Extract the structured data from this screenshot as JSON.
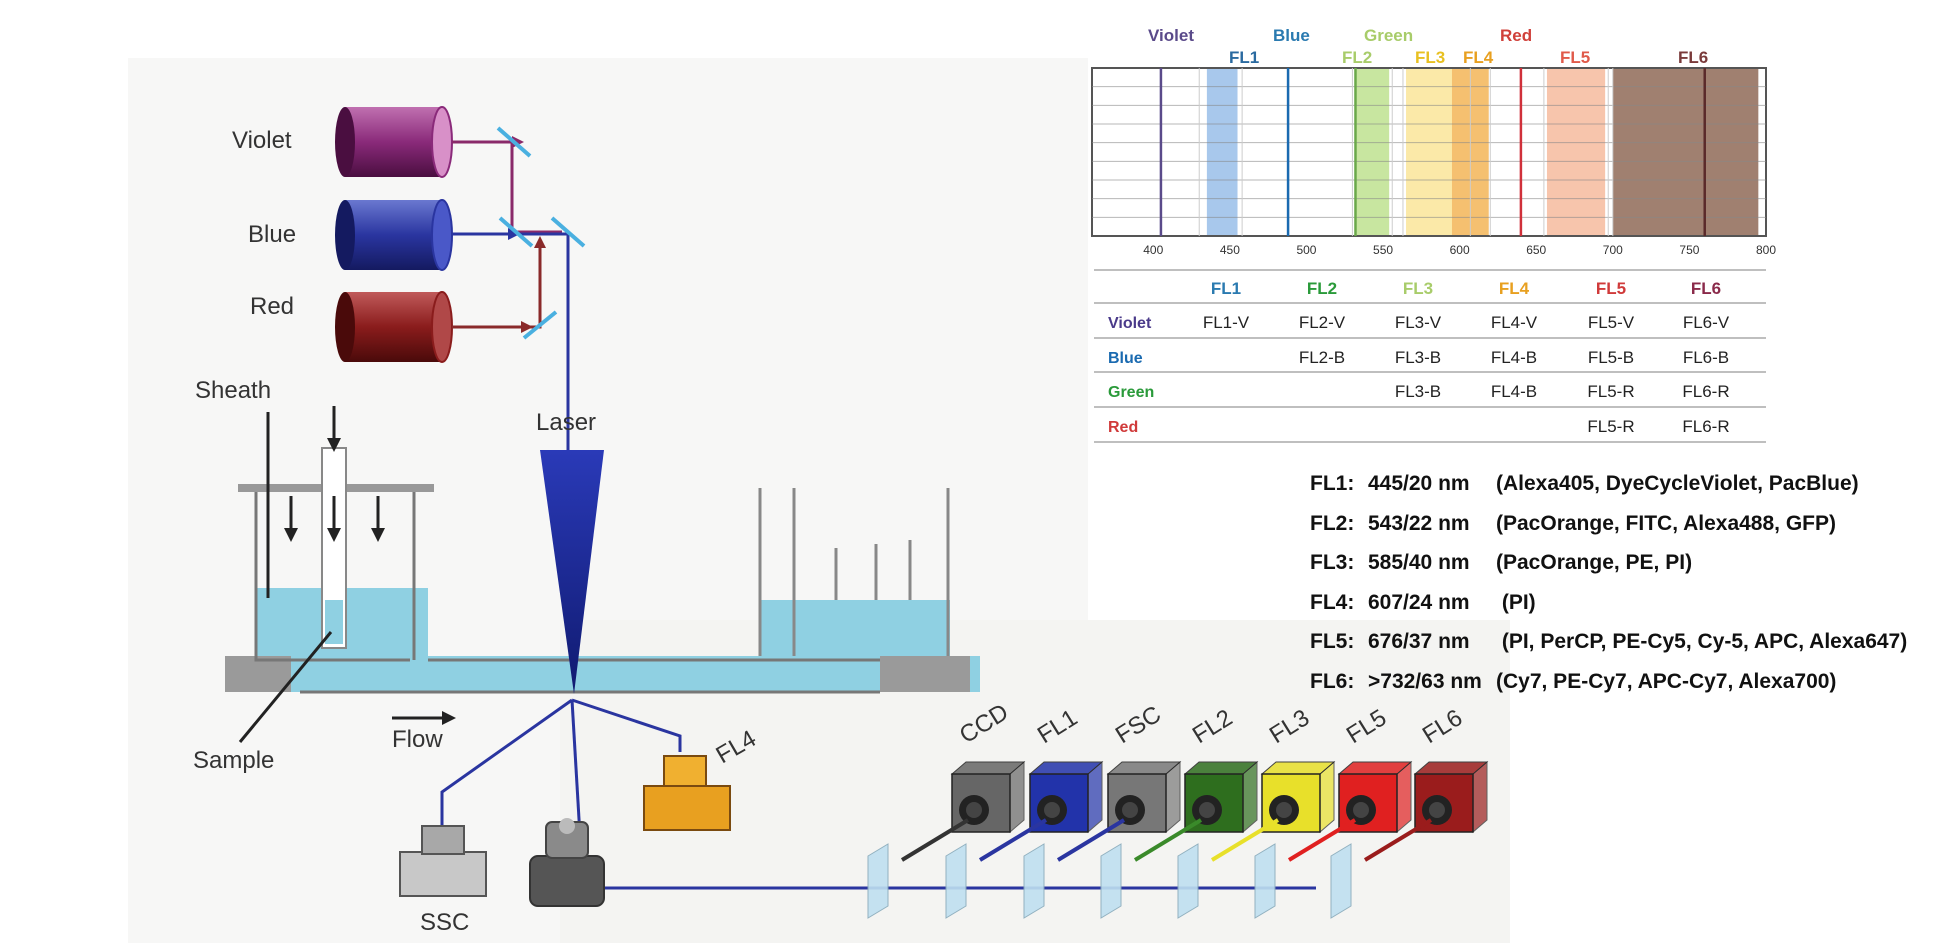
{
  "lasers": [
    {
      "label": "Violet",
      "color": "#8a2a7a"
    },
    {
      "label": "Blue",
      "color": "#2a35a0"
    },
    {
      "label": "Red",
      "color": "#8a1c1c"
    }
  ],
  "fluidics": {
    "sheath_label": "Sheath",
    "sample_label": "Sample",
    "flow_label": "Flow",
    "laser_label": "Laser"
  },
  "detectors": {
    "ssc_label": "SSC",
    "fl4_label": "FL4",
    "array": [
      {
        "label": "CCD",
        "color": "#666666"
      },
      {
        "label": "FL1",
        "color": "#2233aa"
      },
      {
        "label": "FSC",
        "color": "#777777"
      },
      {
        "label": "FL2",
        "color": "#2e6e1e"
      },
      {
        "label": "FL3",
        "color": "#e8e02a"
      },
      {
        "label": "FL5",
        "color": "#e02020"
      },
      {
        "label": "FL6",
        "color": "#9a1c1c"
      }
    ]
  },
  "spectrum": {
    "laser_labels": [
      {
        "label": "Violet",
        "color": "#5a4a8a"
      },
      {
        "label": "Blue",
        "color": "#2a7ab0"
      },
      {
        "label": "Green",
        "color": "#a8cc6a"
      },
      {
        "label": "Red",
        "color": "#d0403a"
      }
    ],
    "filter_labels": [
      {
        "label": "FL1",
        "color": "#2a6aa0"
      },
      {
        "label": "FL2",
        "color": "#a8cc6a"
      },
      {
        "label": "FL3",
        "color": "#e8c020"
      },
      {
        "label": "FL4",
        "color": "#e8a020"
      },
      {
        "label": "FL5",
        "color": "#e05a4a"
      },
      {
        "label": "FL6",
        "color": "#7a3a3a"
      }
    ],
    "x_ticks": [
      "400",
      "450",
      "500",
      "550",
      "600",
      "650",
      "700",
      "750",
      "800"
    ]
  },
  "matrix": {
    "columns": [
      {
        "label": "FL1",
        "color": "#2a7ab0"
      },
      {
        "label": "FL2",
        "color": "#2a9a3a"
      },
      {
        "label": "FL3",
        "color": "#a8cc6a"
      },
      {
        "label": "FL4",
        "color": "#e8a020"
      },
      {
        "label": "FL5",
        "color": "#d03a3a"
      },
      {
        "label": "FL6",
        "color": "#8a2a4a"
      }
    ],
    "rows": [
      {
        "label": "Violet",
        "color": "#4a3a8a",
        "cells": [
          "FL1-V",
          "FL2-V",
          "FL3-V",
          "FL4-V",
          "FL5-V",
          "FL6-V"
        ]
      },
      {
        "label": "Blue",
        "color": "#1a6ab0",
        "cells": [
          "",
          "FL2-B",
          "FL3-B",
          "FL4-B",
          "FL5-B",
          "FL6-B"
        ]
      },
      {
        "label": "Green",
        "color": "#2a9a3a",
        "cells": [
          "",
          "",
          "FL3-B",
          "FL4-B",
          "FL5-R",
          "FL6-R"
        ]
      },
      {
        "label": "Red",
        "color": "#d03a3a",
        "cells": [
          "",
          "",
          "",
          "",
          "FL5-R",
          "FL6-R"
        ]
      }
    ]
  },
  "filter_specs": [
    {
      "channel": "FL1:",
      "wavelength": "445/20 nm",
      "dyes": "(Alexa405, DyeCycleViolet, PacBlue)"
    },
    {
      "channel": "FL2:",
      "wavelength": "543/22 nm",
      "dyes": "(PacOrange, FITC, Alexa488, GFP)"
    },
    {
      "channel": "FL3:",
      "wavelength": "585/40 nm",
      "dyes": "(PacOrange, PE, PI)"
    },
    {
      "channel": "FL4:",
      "wavelength": "607/24 nm",
      "dyes": " (PI)"
    },
    {
      "channel": "FL5:",
      "wavelength": "676/37 nm",
      "dyes": " (PI, PerCP, PE-Cy5, Cy-5, APC, Alexa647)"
    },
    {
      "channel": "FL6:",
      "wavelength": ">732/63 nm",
      "dyes": "(Cy7, PE-Cy7, APC-Cy7, Alexa700)"
    }
  ]
}
